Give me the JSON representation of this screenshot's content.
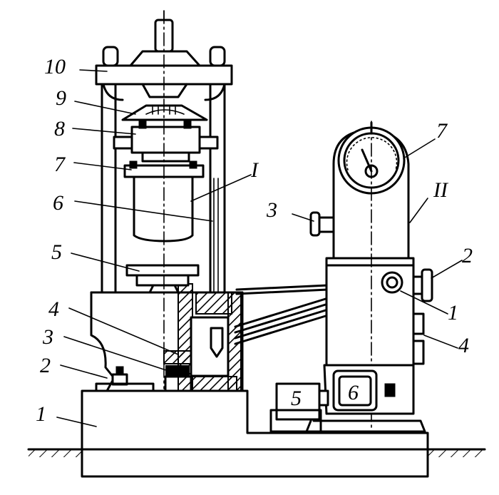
{
  "labels": {
    "left": [
      "10",
      "9",
      "8",
      "7",
      "6",
      "5",
      "4",
      "3",
      "2",
      "1"
    ],
    "unit_press": "I",
    "unit_pump": "II",
    "right": [
      "7",
      "3",
      "2",
      "1",
      "4",
      "5",
      "6"
    ]
  },
  "colors": {
    "ink": "#000000",
    "paper": "#ffffff"
  }
}
